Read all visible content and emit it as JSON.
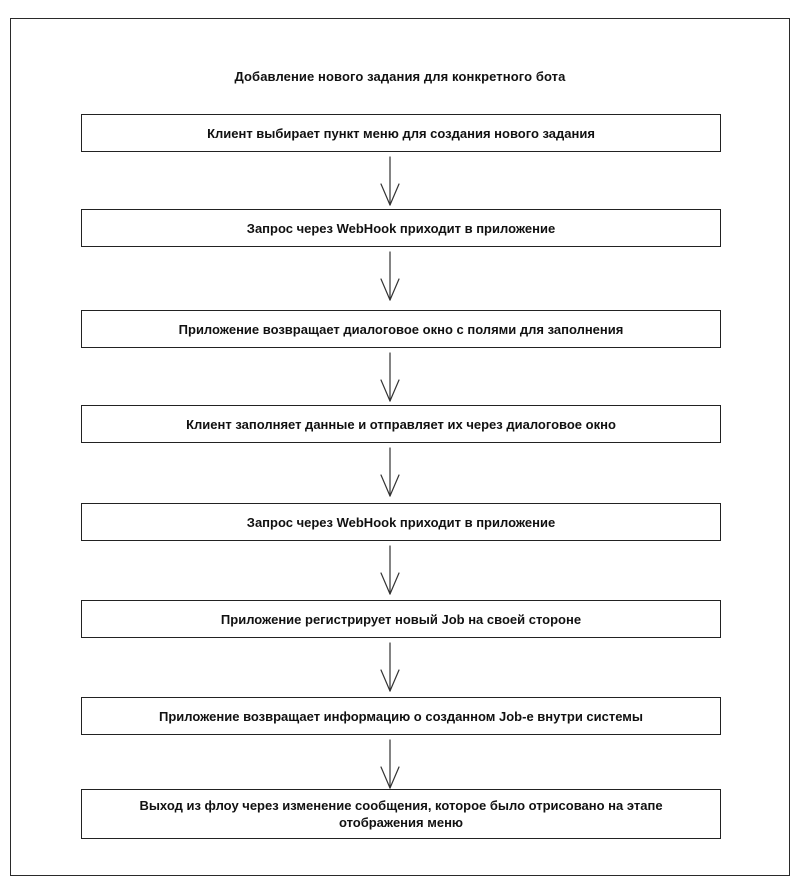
{
  "diagram": {
    "title": "Добавление нового задания для конкретного бота",
    "steps": [
      "Клиент выбирает пункт меню для создания нового задания",
      "Запрос через WebHook приходит в приложение",
      "Приложение возвращает диалоговое окно с полями для заполнения",
      "Клиент заполняет данные и отправляет их через диалоговое окно",
      "Запрос через WebHook приходит в приложение",
      "Приложение регистрирует новый Job на своей стороне",
      "Приложение возвращает информацию о созданном Job-е внутри системы",
      "Выход из флоу через изменение сообщения, которое было отрисовано на этапе отображения меню"
    ],
    "connector_icon": "arrow-down-icon"
  }
}
